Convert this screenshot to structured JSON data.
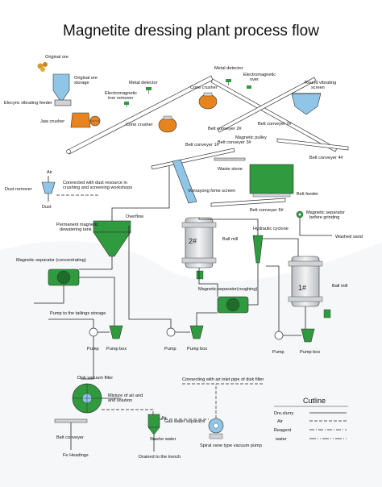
{
  "title": "Magnetite dressing plant process flow",
  "labels": {
    "original_ore": "Original ore",
    "original_ore_storage_1": "Original ore",
    "original_ore_storage_2": "storage",
    "vibrating_feeder": "Elecyric vibrating feeder",
    "jaw_crusher": "Jaw crusher",
    "metal_detector_1": "Metal detector",
    "em_iron_remover_1": "Electromagnetic",
    "em_iron_remover_2": "iron remover",
    "cone_crusher_1": "Cone crusher",
    "cone_crusher_2": "Cone crusher",
    "metal_detector_2": "Metal detector",
    "em_over_1": "Electromagnetic",
    "em_over_2": "over",
    "round_screen_1": "Round vibrating",
    "round_screen_2": "screen",
    "belt_2": "Belt conveyer 2#",
    "belt_1": "Belt conveyer 1#",
    "belt_3": "Belt conveyer 3#",
    "belt_4": "Belt conveyer 4#",
    "belt_6": "Belt conveyer 6#",
    "magnetic_pulley": "Magnetic pulley",
    "waste_stone": "Waste stone",
    "belt_feeder": "Belt feeder",
    "dust_note_1": "Connected with dust resource in",
    "dust_note_2": "crushing and screening workshops",
    "air": "Air",
    "dust_remover": "Dust remover",
    "dust": "Dust",
    "vonrayong_screen": "Vonrayong fome screen",
    "overflow": "Overflow",
    "dewatering_1": "Permanent magnetic",
    "dewatering_2": "dewatering tank",
    "ball_mill_2": "Ball mill",
    "ball_mill_2_num": "2#",
    "hydraulic_cyclone": "Hydraulic cyclone",
    "mag_sep_grinding_1": "Magnetic separator",
    "mag_sep_grinding_2": "before grinding",
    "washed_sand": "Washed sand",
    "mag_sep_conc": "Magnetic separator (concentrating)",
    "mag_sep_rough": "Magnetic separator(roughing)",
    "ball_mill_1": "Ball mill",
    "ball_mill_1_num": "1#",
    "pump_tailings": "Pump to the tailings storage",
    "pump_1": "Pump",
    "pump_box_1": "Pump box",
    "pump_2": "Pump",
    "pump_box_2": "Pump box",
    "pump_3": "Pump",
    "pump_box_3": "Pump box",
    "disk_filter": "Disk vacuum filter",
    "mixture_1": "Mixture of air and",
    "mixture_2": "and solution",
    "connecting_note": "Connecting with air inlet pipe of disk filter",
    "air_2": "Air",
    "gas_water_sep": "Gas water separator",
    "belt_conveyer": "Belt conveyer",
    "washe_water": "Washe water",
    "vacuum_pump": "Spiral vane type vacuum pump",
    "fe_headings": "Fe Headings",
    "drained": "Drained to the trench"
  },
  "legend": {
    "title": "Cutline",
    "items": [
      {
        "label": "Dre,slurry",
        "style": "solid"
      },
      {
        "label": "Air",
        "style": "dash"
      },
      {
        "label": "Reagent",
        "style": "dashdot"
      },
      {
        "label": "water",
        "style": "dotdash"
      }
    ]
  },
  "colors": {
    "equipment_blue": "#8fc6e8",
    "crusher_orange": "#e8841e",
    "green": "#2f9a3e",
    "grey": "#cfd3d6"
  }
}
